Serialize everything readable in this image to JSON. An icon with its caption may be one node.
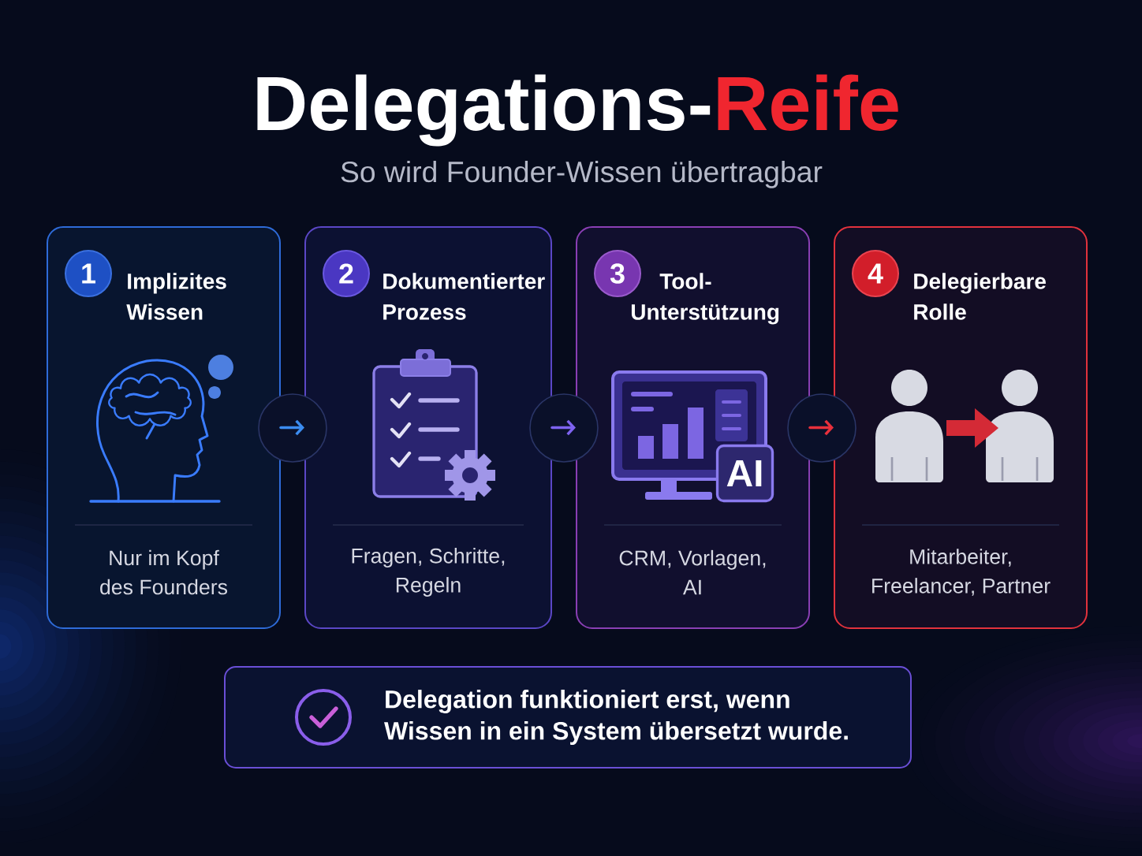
{
  "diagram": {
    "title": "Delegations-**Reife**",
    "nodes": [
      {
        "text": [
          "Implizites Wissen",
          "Nur im Kopf des Founders"
        ]
      },
      {
        "text": [
          "1"
        ],
        "in": 0
      },
      {
        "text": [
          "Dokumentierter Prozess",
          "Fragen, Schritte, Regeln"
        ]
      },
      {
        "text": [
          "2"
        ],
        "in": 2
      },
      {
        "text": [
          "Tool-Unterstützung",
          "CRM, Vorlagen, AI"
        ]
      },
      {
        "text": [
          "3"
        ],
        "in": 4
      },
      {
        "text": [
          "Delegierbare Rolle",
          "Mitarbeiter, Freelancer, Partner"
        ]
      },
      {
        "text": [
          "4"
        ],
        "in": 6
      },
      {
        "text": [
          "Delegation funktioniert erst, wenn Wissen in ein System übersetzt wurde."
        ]
      }
    ],
    "edges": [
      {
        "from": 0,
        "to": 2,
        "arrow": "to",
        "color": "#3b8cf0"
      },
      {
        "from": 2,
        "to": 4,
        "arrow": "to",
        "color": "#7e63f0"
      },
      {
        "from": 4,
        "to": 6,
        "arrow": "to",
        "color": "#e8303c"
      }
    ],
    "labels": [
      "So wird Founder-Wissen übertragbar",
      "AI"
    ]
  }
}
